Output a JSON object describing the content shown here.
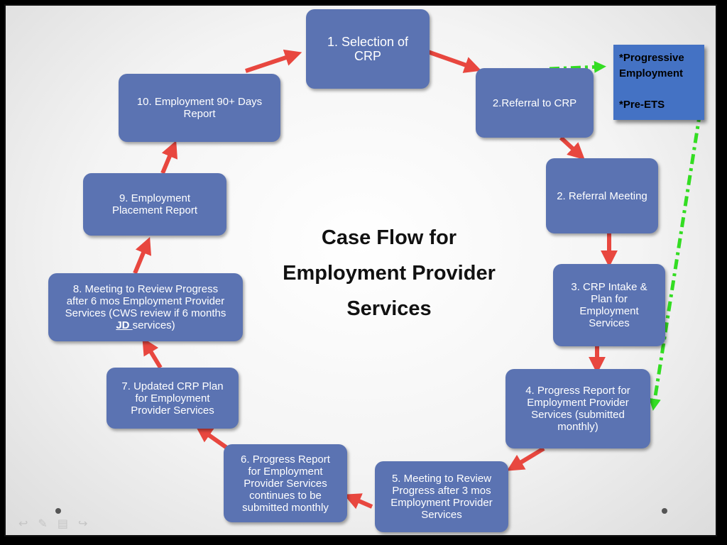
{
  "title_lines": [
    "Case Flow for",
    "Employment Provider",
    "Services"
  ],
  "nodes": [
    {
      "lines": [
        "1. Selection of",
        "CRP"
      ]
    },
    {
      "lines": [
        "2.Referral to CRP"
      ]
    },
    {
      "lines": [
        "2. Referral Meeting"
      ]
    },
    {
      "lines": [
        "3. CRP Intake &",
        "Plan for",
        "Employment",
        "Services"
      ]
    },
    {
      "lines": [
        "4. Progress Report for",
        "Employment Provider",
        "Services (submitted",
        "monthly)"
      ]
    },
    {
      "lines": [
        "5. Meeting to Review",
        "Progress after 3 mos",
        "Employment Provider",
        "Services"
      ]
    },
    {
      "lines": [
        "6. Progress Report",
        "for Employment",
        "Provider Services",
        "continues to be",
        "submitted monthly"
      ]
    },
    {
      "lines": [
        "7. Updated CRP Plan",
        "for Employment",
        "Provider Services"
      ]
    },
    {
      "lines": [
        "8. Meeting to Review Progress",
        "after 6 mos Employment Provider",
        "Services (CWS review if 6 months"
      ],
      "underlined": "JD ",
      "last_line_rest": "services)"
    },
    {
      "lines": [
        "9. Employment",
        "Placement Report"
      ]
    },
    {
      "lines": [
        "10. Employment 90+ Days",
        "Report"
      ]
    }
  ],
  "callout": {
    "line1": "*Progressive",
    "line2": "Employment",
    "line3": "*Pre-ETS"
  },
  "colors": {
    "node": "#5b73b2",
    "arrow": "#e8473f",
    "dashed_arrow": "#33dd22",
    "callout": "#4472c4"
  },
  "icons": [
    "back-icon",
    "pen-icon",
    "menu-icon",
    "forward-icon"
  ]
}
